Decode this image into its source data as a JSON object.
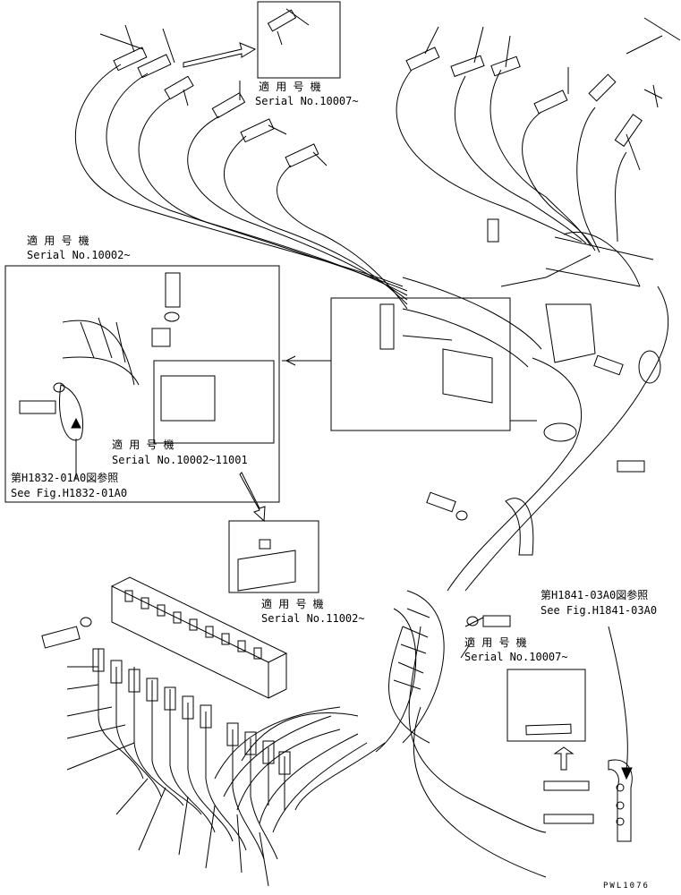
{
  "notes": {
    "top_serial_jp": "適 用 号 機",
    "top_serial": "Serial No.10007~",
    "left_serial_jp": "適 用 号 機",
    "left_serial": "Serial No.10002~",
    "inset_serial_jp": "適 用 号 機",
    "inset_serial": "Serial No.10002~11001",
    "ref_left_jp": "第H1832-01A0図参照",
    "ref_left_en": "See Fig.H1832-01A0",
    "small_box_serial_jp": "適 用 号 機",
    "small_box_serial": "Serial No.11002~",
    "ref_right_jp": "第H1841-03A0図参照",
    "ref_right_en": "See Fig.H1841-03A0",
    "bottom_right_serial_jp": "適 用 号 機",
    "bottom_right_serial": "Serial No.10007~",
    "drawing_code": "PWL1076"
  }
}
